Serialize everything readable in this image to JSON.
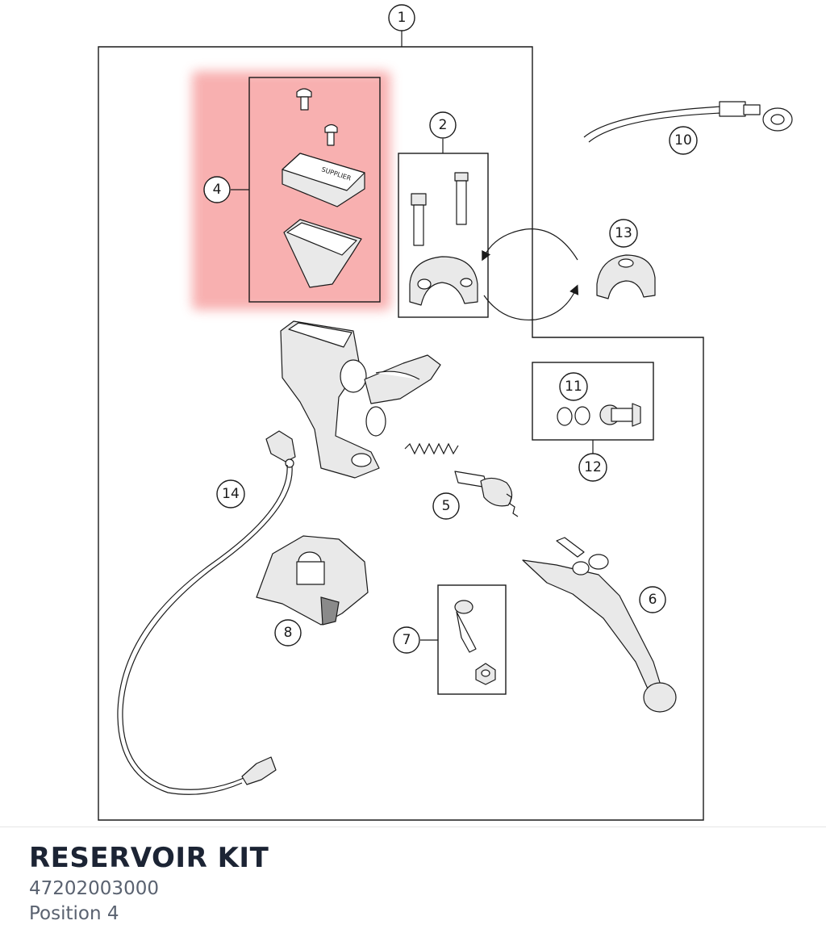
{
  "diagram": {
    "callouts": [
      "1",
      "2",
      "4",
      "10",
      "13",
      "11",
      "12",
      "14",
      "5",
      "6",
      "8",
      "7"
    ],
    "colors": {
      "highlight": "#f7a3a3",
      "line": "#1a1a1a",
      "shade": "#e9e9e9"
    }
  },
  "caption": {
    "title": "RESERVOIR KIT",
    "part_number": "47202003000",
    "position": "Position 4"
  }
}
